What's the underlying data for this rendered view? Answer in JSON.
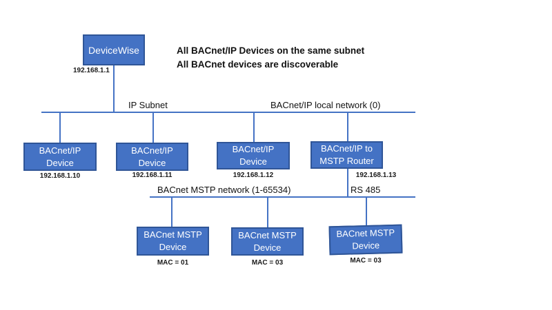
{
  "diagram": {
    "annotation": {
      "line1": "All BACnet/IP Devices on the same subnet",
      "line2": "All BACnet devices are discoverable"
    },
    "server": {
      "label": "DeviceWise",
      "ip": "192.168.1.1"
    },
    "ip_bus": {
      "label_left": "IP Subnet",
      "label_right": "BACnet/IP local network (0)"
    },
    "ip_devices": [
      {
        "line1": "BACnet/IP",
        "line2": "Device",
        "ip": "192.168.1.10"
      },
      {
        "line1": "BACnet/IP",
        "line2": "Device",
        "ip": "192.168.1.11"
      },
      {
        "line1": "BACnet/IP",
        "line2": "Device",
        "ip": "192.168.1.12"
      },
      {
        "line1": "BACnet/IP to",
        "line2": "MSTP Router",
        "ip": "192.168.1.13"
      }
    ],
    "mstp_bus": {
      "label": "BACnet MSTP network (1-65534)",
      "label_right": "RS 485"
    },
    "mstp_devices": [
      {
        "line1": "BACnet MSTP",
        "line2": "Device",
        "mac": "MAC = 01"
      },
      {
        "line1": "BACnet MSTP",
        "line2": "Device",
        "mac": "MAC = 03"
      },
      {
        "line1": "BACnet MSTP",
        "line2": "Device",
        "mac": "MAC = 03"
      }
    ],
    "colors": {
      "box_fill": "#4472C4",
      "box_border": "#2F5597",
      "line": "#4472C4",
      "box_text": "#FFFFFF",
      "label_text": "#1A1A1A"
    }
  }
}
